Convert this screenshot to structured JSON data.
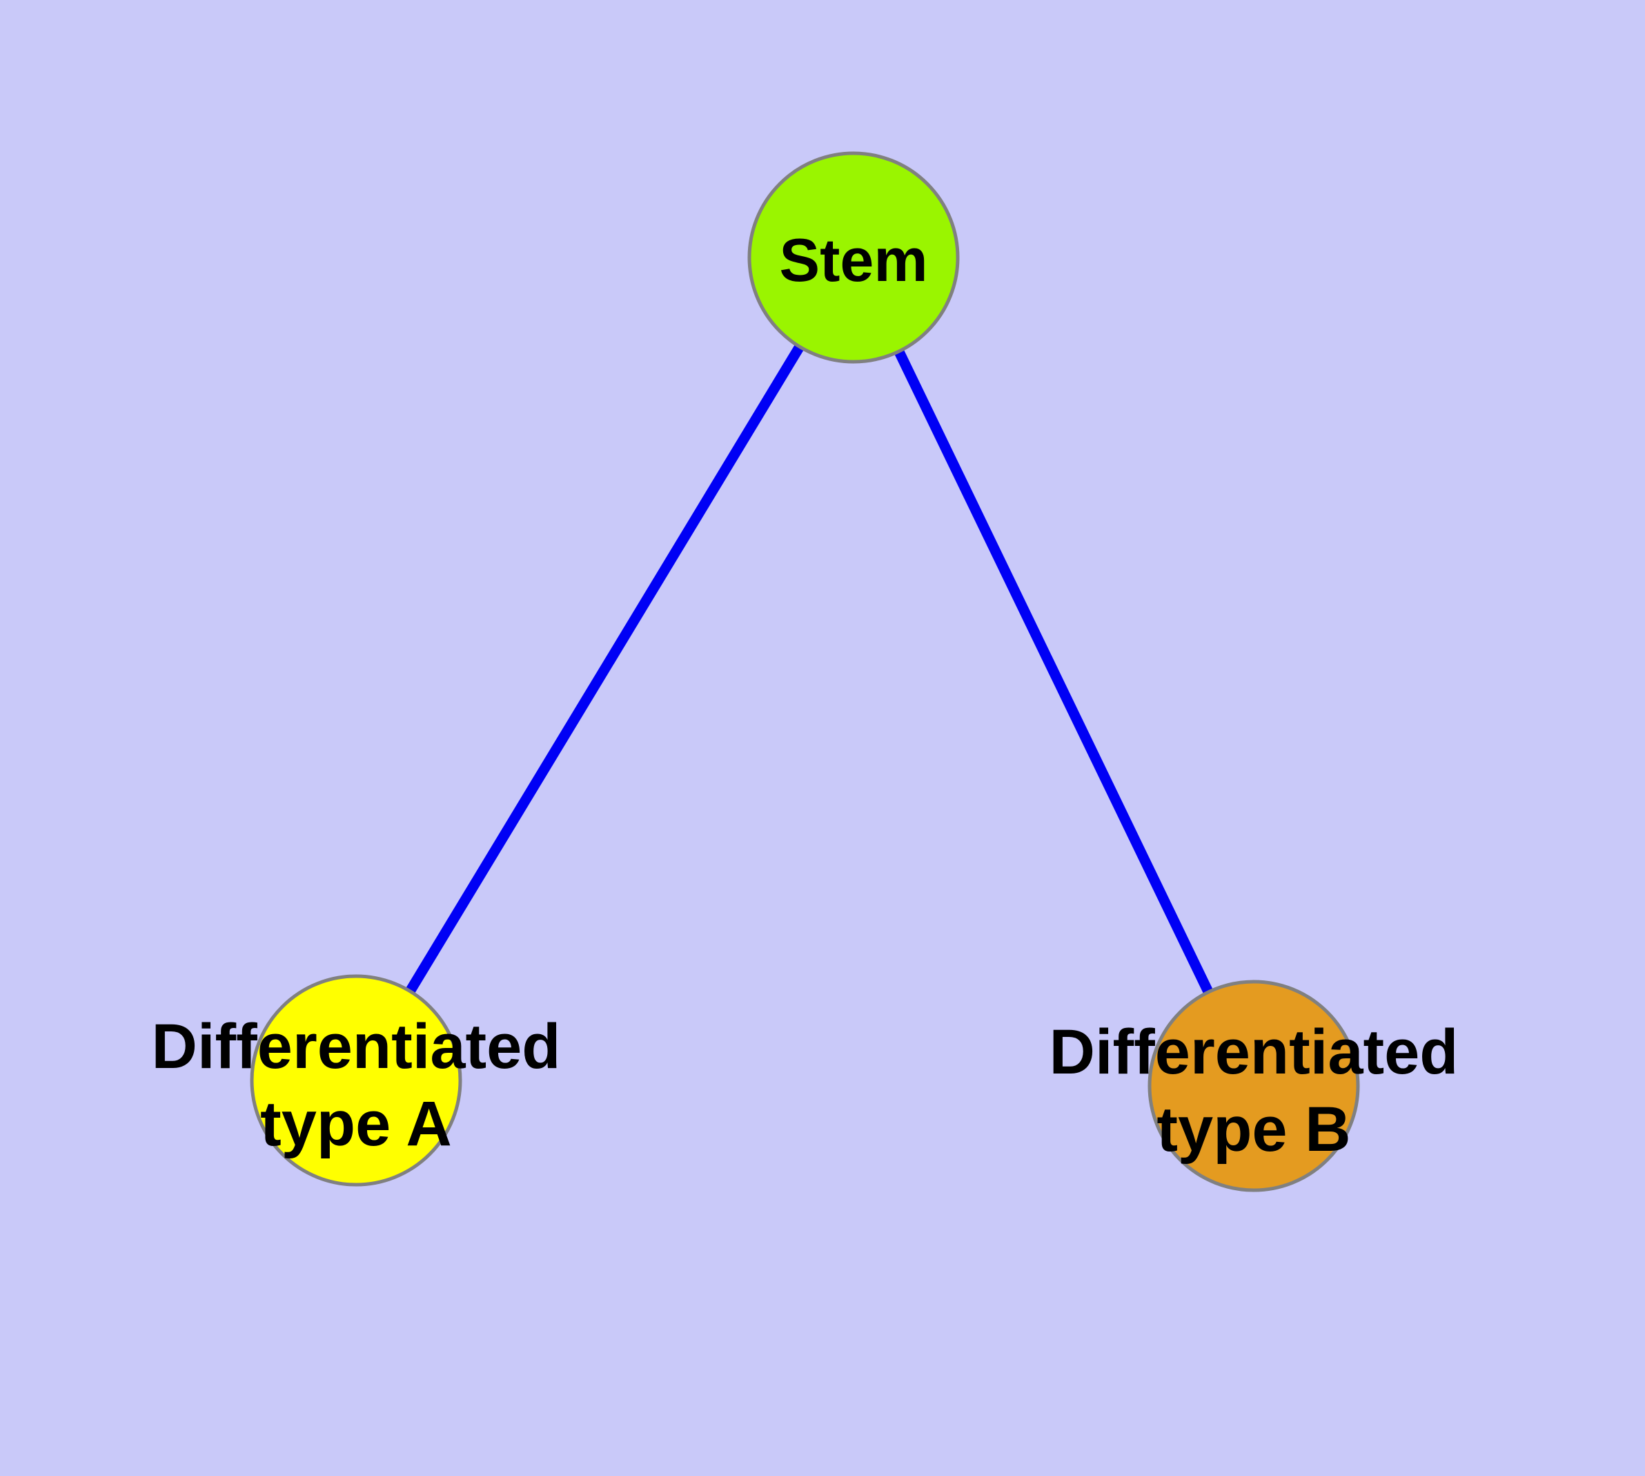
{
  "diagram": {
    "type": "graph",
    "background_color": "#c9c9f9",
    "edge_color": "#0000f5",
    "node_border_color": "#808080",
    "label_color": "#000000",
    "nodes": {
      "stem": {
        "label": "Stem",
        "fill_color": "#9af500"
      },
      "type_a": {
        "label_line1": "Differentiated",
        "label_line2": "type A",
        "fill_color": "#ffff00"
      },
      "type_b": {
        "label_line1": "Differentiated",
        "label_line2": "type B",
        "fill_color": "#e49b20"
      }
    },
    "edges": [
      {
        "from": "Stem",
        "to": "Differentiated type A"
      },
      {
        "from": "Stem",
        "to": "Differentiated type B"
      }
    ]
  }
}
